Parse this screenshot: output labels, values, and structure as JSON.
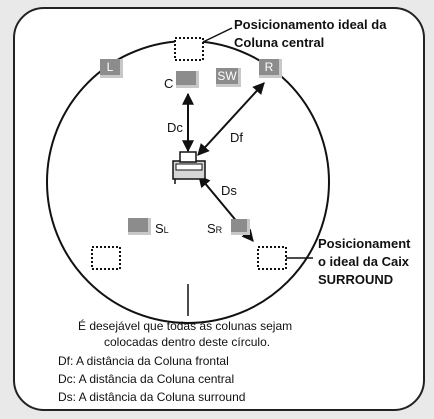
{
  "labels": {
    "center_ideal_1": "Posicionamento ideal da",
    "center_ideal_2": "Coluna central",
    "surround_ideal_1": "Posicionament",
    "surround_ideal_2": "o ideal da Caix",
    "surround_ideal_3": "SURROUND",
    "front_left": "L",
    "front_right": "R",
    "center": "C",
    "subwoofer": "SW",
    "surround_left_main": "S",
    "surround_left_sub": "L",
    "surround_right_main": "S",
    "surround_right_sub": "R",
    "dc": "Dc",
    "df": "Df",
    "ds": "Ds"
  },
  "note_line_1": "É desejável que todas as colunas sejam",
  "note_line_2": "colocadas dentro deste círculo.",
  "legend": [
    "Df: A distância da Coluna frontal",
    "Dc: A distância da Coluna central",
    "Ds: A distância da Coluna surround"
  ],
  "colors": {
    "background": "#e9e9e9",
    "panel": "#ffffff",
    "speaker": "#8c8c8c"
  }
}
